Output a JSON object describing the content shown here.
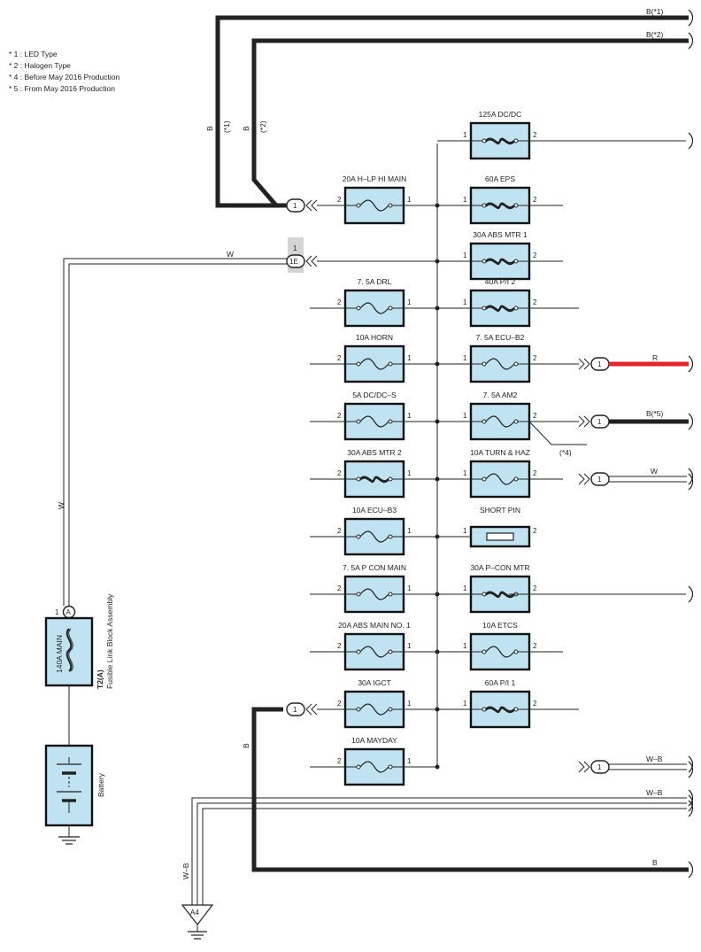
{
  "legend": [
    "* 1 : LED Type",
    "* 2 : Halogen Type",
    "* 4 : Before May 2016 Production",
    "* 5 : From May 2016 Production"
  ],
  "left_fuses": [
    {
      "label": "20A H–LP HI MAIN",
      "pin_left": "2",
      "pin_right": "1",
      "type": "fuse"
    },
    null,
    {
      "label": "7. 5A DRL",
      "pin_left": "2",
      "pin_right": "1",
      "type": "fuse"
    },
    {
      "label": "10A HORN",
      "pin_left": "2",
      "pin_right": "1",
      "type": "fuse"
    },
    {
      "label": "5A DC/DC–S",
      "pin_left": "2",
      "pin_right": "1",
      "type": "fuse"
    },
    {
      "label": "30A ABS MTR 2",
      "pin_left": "2",
      "pin_right": "1",
      "type": "fusible"
    },
    {
      "label": "10A ECU–B3",
      "pin_left": "2",
      "pin_right": "1",
      "type": "fuse"
    },
    {
      "label": "7. 5A P CON MAIN",
      "pin_left": "2",
      "pin_right": "1",
      "type": "fuse"
    },
    {
      "label": "20A ABS MAIN NO. 1",
      "pin_left": "2",
      "pin_right": "1",
      "type": "fuse"
    },
    {
      "label": "30A IGCT",
      "pin_left": "2",
      "pin_right": "1",
      "type": "fuse"
    },
    {
      "label": "10A MAYDAY",
      "pin_left": "2",
      "pin_right": "1",
      "type": "fuse"
    }
  ],
  "right_fuses": [
    {
      "label": "125A DC/DC",
      "pin_left": "1",
      "pin_right": "2",
      "type": "fusible"
    },
    {
      "label": "60A EPS",
      "pin_left": "1",
      "pin_right": "2",
      "type": "fusible"
    },
    {
      "label": "30A ABS MTR 1",
      "pin_left": "1",
      "pin_right": "2",
      "type": "fusible"
    },
    {
      "label": "40A P/I 2",
      "pin_left": "1",
      "pin_right": "2",
      "type": "fusible"
    },
    {
      "label": "7. 5A ECU–B2",
      "pin_left": "1",
      "pin_right": "2",
      "type": "fuse"
    },
    {
      "label": "7. 5A AM2",
      "pin_left": "1",
      "pin_right": "2",
      "type": "fuse"
    },
    {
      "label": "10A TURN & HAZ",
      "pin_left": "1",
      "pin_right": "2",
      "type": "fuse"
    },
    {
      "label": "SHORT PIN",
      "pin_left": "1",
      "pin_right": "2",
      "type": "shortpin"
    },
    {
      "label": "30A P–CON MTR",
      "pin_left": "1",
      "pin_right": "2",
      "type": "fusible"
    },
    {
      "label": "10A ETCS",
      "pin_left": "1",
      "pin_right": "2",
      "type": "fuse"
    },
    {
      "label": "60A P/I 1",
      "pin_left": "1",
      "pin_right": "2",
      "type": "fusible"
    }
  ],
  "wires": {
    "b_star1": "B(*1)",
    "b_star2": "B(*2)",
    "b_vert1_color": "B",
    "b_vert1_note": "(*1)",
    "b_vert2_color": "B",
    "b_vert2_note": "(*2)",
    "w_top": "W",
    "w_vertical": "W",
    "r_out": "R",
    "b_star5": "B(*5)",
    "star4_note": "(*4)",
    "w_out": "W",
    "wb_out1": "W–B",
    "wb_out2": "W–B",
    "b_bottom": "B",
    "b_vertical_lower": "B",
    "wb_vertical": "W–B"
  },
  "connectors": {
    "c1_top": "1",
    "c1e_pin": "1",
    "c1e_name": "1E",
    "c_r": "1",
    "c_b5": "1",
    "c_w": "1",
    "c_igct": "1",
    "c_wb": "1",
    "main_pin": "1",
    "main_conn": "A",
    "ground": "A4"
  },
  "main_fuse": {
    "label": "140A MAIN",
    "block_code": "T2(A)",
    "block_name": "Fusible Link Block Assembly"
  },
  "battery": {
    "label": "Battery"
  },
  "colors": {
    "fuse_fill": "#bfe3f1",
    "red_wire": "#e8242b",
    "wire": "#222222",
    "connector_highlight": "#d4d4d4"
  },
  "icons": {
    "fuse": "fuse-icon",
    "fusible_link": "fusible-link-icon",
    "short_pin": "short-pin-icon",
    "battery": "battery-icon",
    "ground": "ground-icon",
    "connector": "connector-icon",
    "wire_break": "wire-break-icon"
  }
}
